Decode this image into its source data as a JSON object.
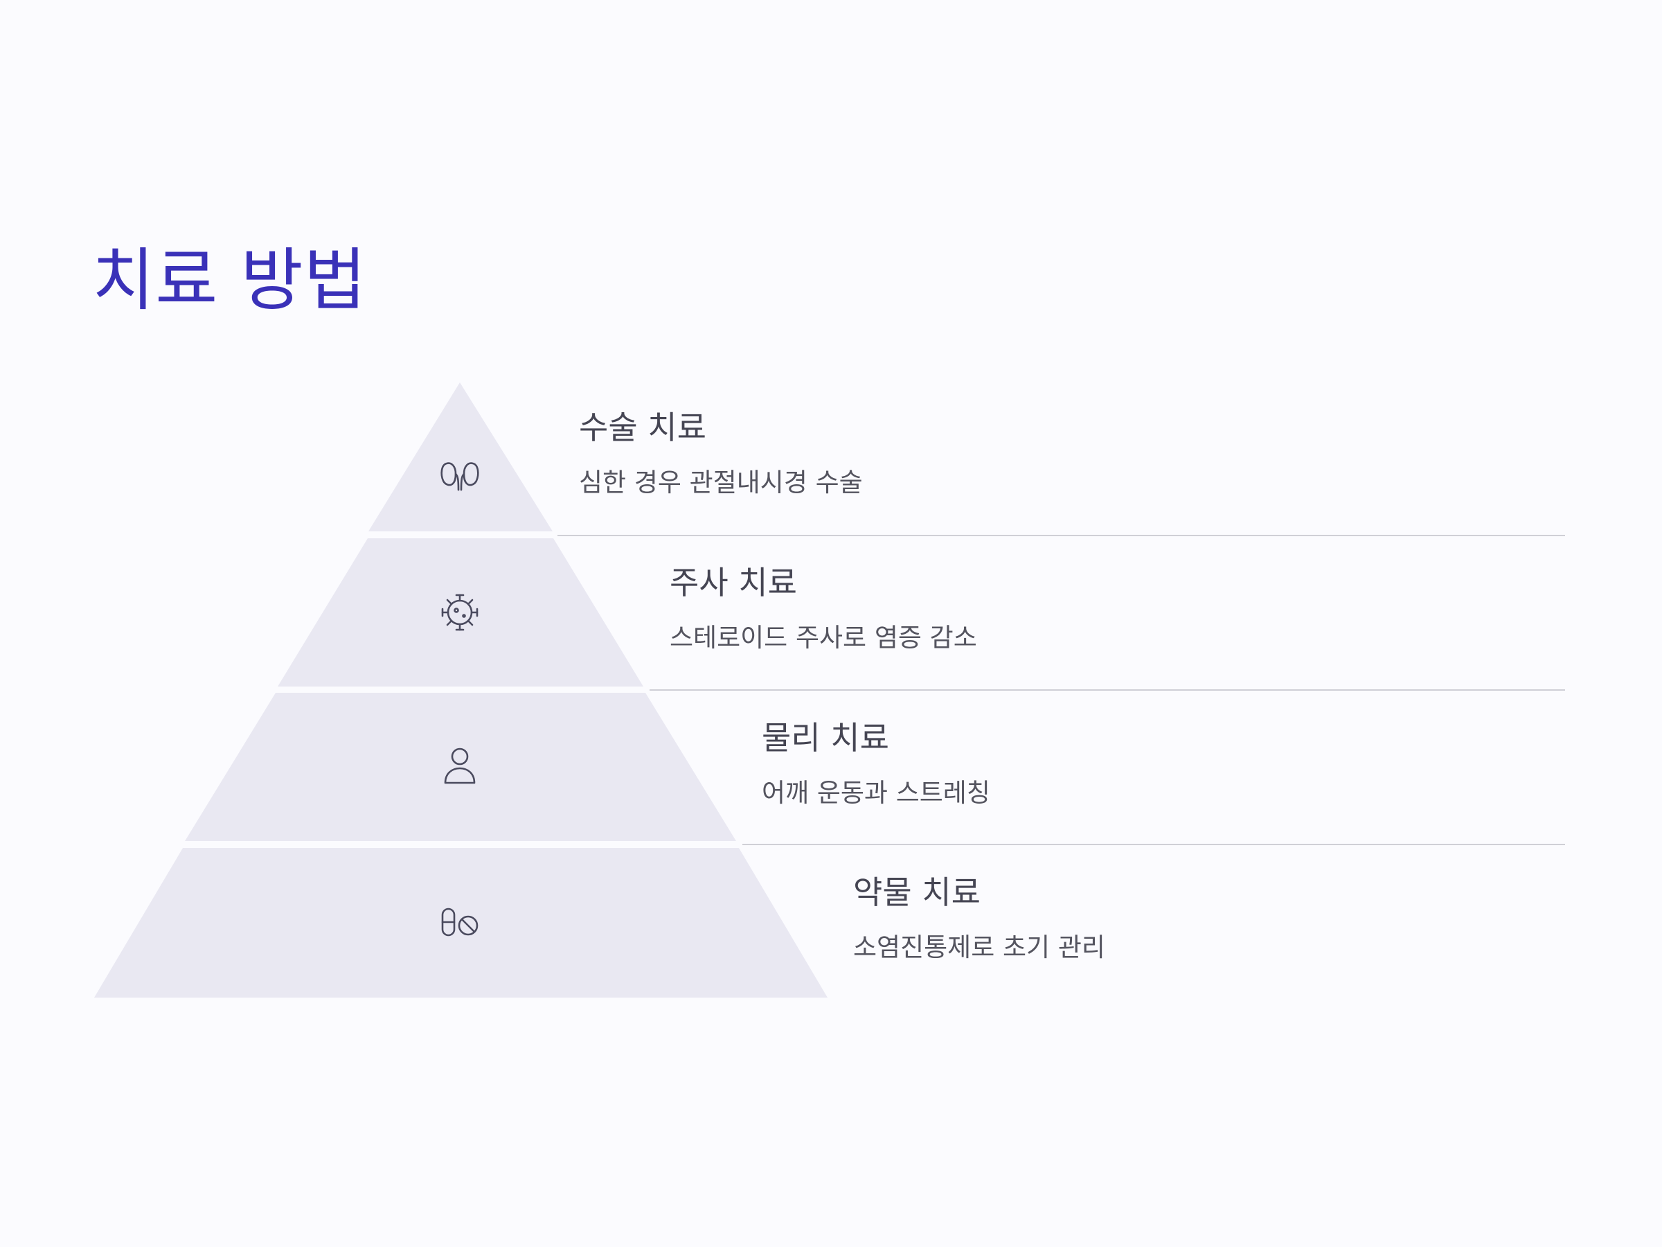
{
  "title": "치료 방법",
  "colors": {
    "title": "#3a31b8",
    "tier_fill": "#e9e8f2",
    "heading": "#454553",
    "description": "#54545f",
    "divider": "#cfcfd6",
    "icon": "#4a4a5e"
  },
  "tiers": [
    {
      "heading": "수술 치료",
      "description": "심한 경우 관절내시경 수술",
      "icon": "kidneys-icon"
    },
    {
      "heading": "주사 치료",
      "description": "스테로이드 주사로 염증 감소",
      "icon": "virus-icon"
    },
    {
      "heading": "물리 치료",
      "description": "어깨 운동과 스트레칭",
      "icon": "person-icon"
    },
    {
      "heading": "약물 치료",
      "description": "소염진통제로 초기 관리",
      "icon": "pills-icon"
    }
  ]
}
